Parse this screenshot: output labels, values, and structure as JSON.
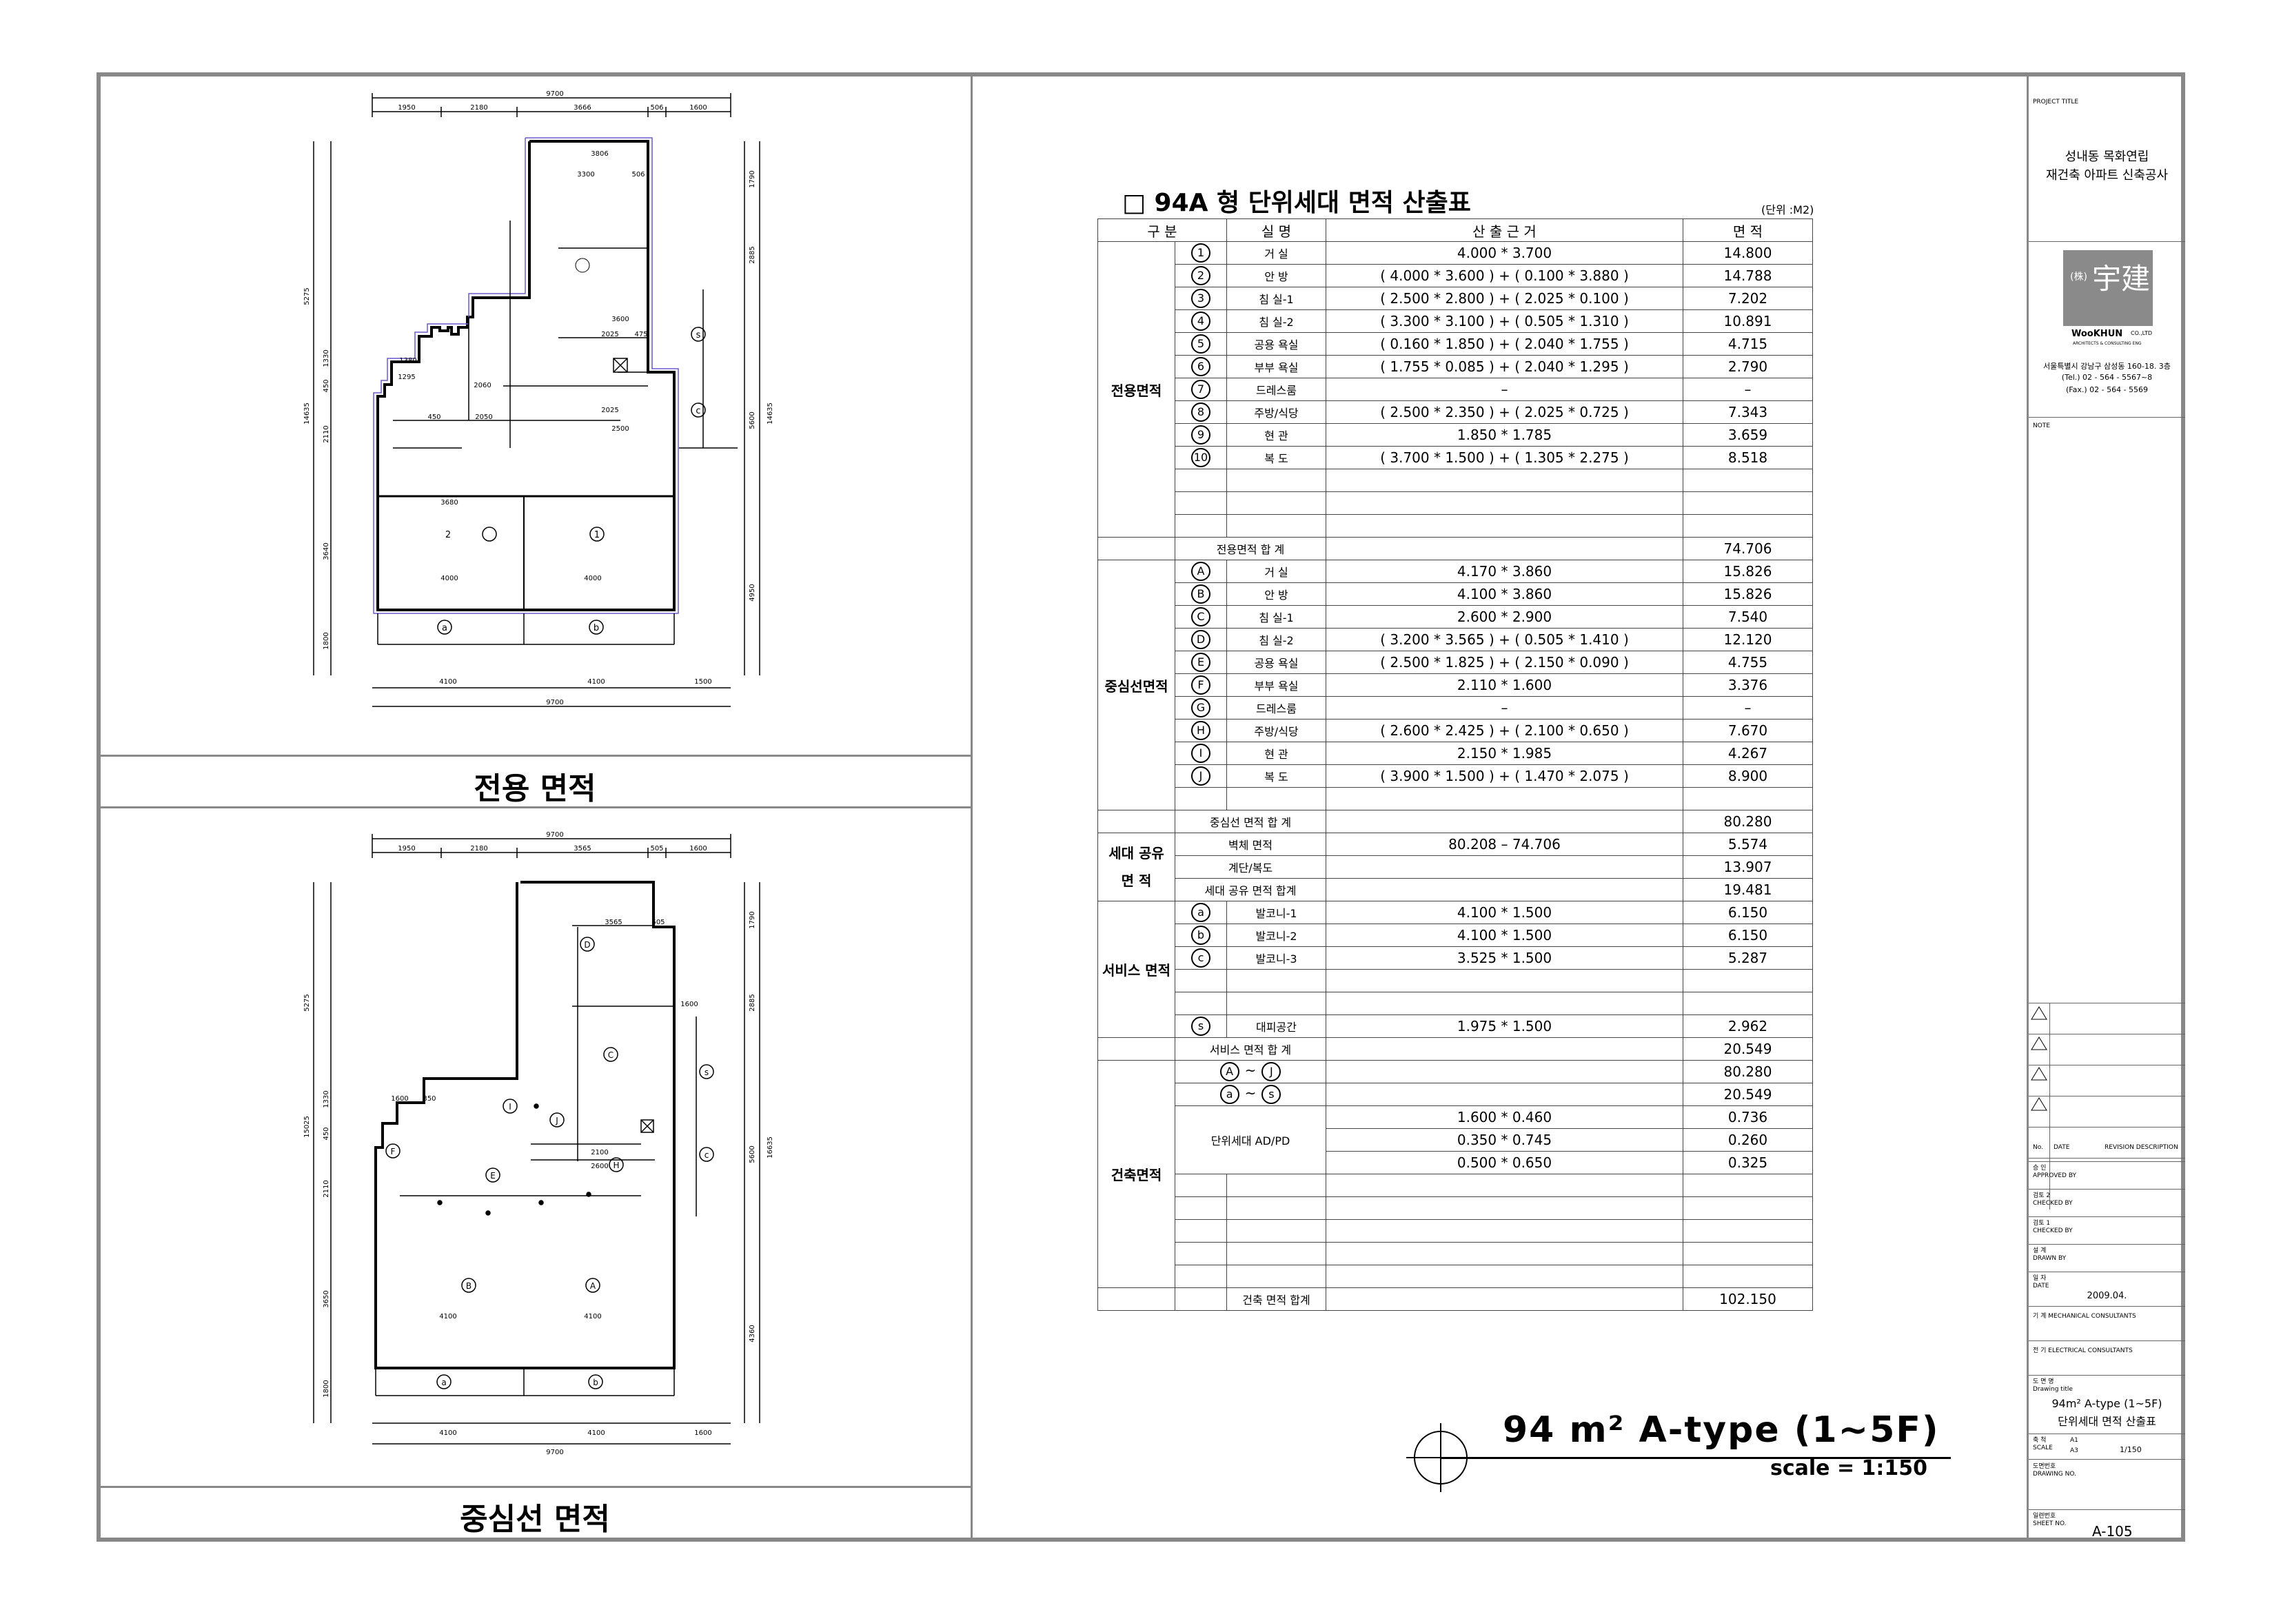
{
  "drawing": {
    "title": "94 m² A-type (1~5F)",
    "scale": "scale = 1:150"
  },
  "captions": {
    "plan_top": "전용 면적",
    "plan_bottom": "중심선 면적"
  },
  "plan_top": {
    "overall_width": "9700",
    "top_dims": [
      "1950",
      "2180",
      "3666",
      "506",
      "1600"
    ],
    "bottom_dims": [
      "4100",
      "4100",
      "1500"
    ],
    "inner_dims": [
      "3806",
      "3300",
      "506",
      "3600",
      "2025",
      "475",
      "1380",
      "1295",
      "2060",
      "2050",
      "450",
      "2025",
      "2500",
      "3680",
      "4000",
      "4000"
    ],
    "left_dims": [
      "5275",
      "1330",
      "14635",
      "450",
      "2110",
      "3640",
      "1800"
    ],
    "right_dims": [
      "1790",
      "2885",
      "5600",
      "14635",
      "4950"
    ],
    "room_marks": [
      "1",
      "2",
      "a",
      "b",
      "c",
      "s"
    ]
  },
  "plan_bottom": {
    "overall_width": "9700",
    "top_dims": [
      "1950",
      "2180",
      "3565",
      "505",
      "1600"
    ],
    "bottom_dims": [
      "4100",
      "4100",
      "1600"
    ],
    "inner_dims": [
      "3565",
      "505",
      "1600",
      "1600",
      "350",
      "2100",
      "2600",
      "4100",
      "4100"
    ],
    "left_dims": [
      "5275",
      "1330",
      "15025",
      "450",
      "2110",
      "3650",
      "1800"
    ],
    "right_dims": [
      "1790",
      "2885",
      "5600",
      "16635",
      "4360"
    ],
    "room_marks": [
      "A",
      "B",
      "C",
      "D",
      "E",
      "F",
      "H",
      "I",
      "J",
      "a",
      "b",
      "c",
      "s"
    ]
  },
  "table": {
    "title": "□ 94A 형 단위세대 면적 산출표",
    "unit": "(단위 :M2)",
    "headers": [
      "구   분",
      "실   명",
      "산   출   근   거",
      "면   적"
    ],
    "sections": {
      "jeonyong": "전용면적",
      "jeonyong_total": "전용면적 합 계",
      "jeonyong_total_value": "74.706",
      "center": "중심선면적",
      "center_total": "중심선 면적 합 계",
      "center_total_value": "80.280",
      "shared_a": "세대 공유",
      "shared_b": "면   적",
      "shared_total": "세대 공유 면적 합계",
      "shared_total_value": "19.481",
      "service": "서비스 면적",
      "service_total": "서비스 면적 합 계",
      "service_total_value": "20.549",
      "building": "건축면적",
      "building_total": "건축 면적 합계",
      "building_total_value": "102.150"
    },
    "jeonyong_rows": [
      {
        "mark": "1",
        "room": "거   실",
        "calc": "4.000 * 3.700",
        "area": "14.800"
      },
      {
        "mark": "2",
        "room": "안   방",
        "calc": "( 4.000 * 3.600 ) + ( 0.100 * 3.880 )",
        "area": "14.788"
      },
      {
        "mark": "3",
        "room": "침 실-1",
        "calc": "( 2.500 * 2.800 ) + ( 2.025 * 0.100 )",
        "area": "7.202"
      },
      {
        "mark": "4",
        "room": "침 실-2",
        "calc": "( 3.300 * 3.100 ) + ( 0.505 * 1.310 )",
        "area": "10.891"
      },
      {
        "mark": "5",
        "room": "공용 욕실",
        "calc": "( 0.160 * 1.850 ) + ( 2.040 * 1.755 )",
        "area": "4.715"
      },
      {
        "mark": "6",
        "room": "부부 욕실",
        "calc": "( 1.755 * 0.085 ) + ( 2.040 * 1.295 )",
        "area": "2.790"
      },
      {
        "mark": "7",
        "room": "드레스룸",
        "calc": "–",
        "area": "–"
      },
      {
        "mark": "8",
        "room": "주방/식당",
        "calc": "( 2.500 * 2.350 ) + ( 2.025 * 0.725 )",
        "area": "7.343"
      },
      {
        "mark": "9",
        "room": "현   관",
        "calc": "1.850 * 1.785",
        "area": "3.659"
      },
      {
        "mark": "10",
        "room": "복   도",
        "calc": "( 3.700 * 1.500 ) + ( 1.305 * 2.275 )",
        "area": "8.518"
      }
    ],
    "center_rows": [
      {
        "mark": "A",
        "room": "거   실",
        "calc": "4.170 * 3.860",
        "area": "15.826"
      },
      {
        "mark": "B",
        "room": "안   방",
        "calc": "4.100 * 3.860",
        "area": "15.826"
      },
      {
        "mark": "C",
        "room": "침 실-1",
        "calc": "2.600 * 2.900",
        "area": "7.540"
      },
      {
        "mark": "D",
        "room": "침 실-2",
        "calc": "( 3.200 * 3.565 ) + ( 0.505 * 1.410 )",
        "area": "12.120"
      },
      {
        "mark": "E",
        "room": "공용 욕실",
        "calc": "( 2.500 * 1.825 ) + ( 2.150 * 0.090 )",
        "area": "4.755"
      },
      {
        "mark": "F",
        "room": "부부 욕실",
        "calc": "2.110 * 1.600",
        "area": "3.376"
      },
      {
        "mark": "G",
        "room": "드레스룸",
        "calc": "–",
        "area": "–"
      },
      {
        "mark": "H",
        "room": "주방/식당",
        "calc": "( 2.600 * 2.425 ) + ( 2.100 * 0.650 )",
        "area": "7.670"
      },
      {
        "mark": "I",
        "room": "현   관",
        "calc": "2.150 * 1.985",
        "area": "4.267"
      },
      {
        "mark": "J",
        "room": "복   도",
        "calc": "( 3.900 * 1.500 ) + ( 1.470 * 2.075 )",
        "area": "8.900"
      }
    ],
    "shared_rows": [
      {
        "room": "벽체 면적",
        "calc": "80.208 – 74.706",
        "area": "5.574"
      },
      {
        "room": "계단/복도",
        "calc": "",
        "area": "13.907"
      }
    ],
    "service_rows": [
      {
        "mark": "a",
        "room": "발코니-1",
        "calc": "4.100 * 1.500",
        "area": "6.150"
      },
      {
        "mark": "b",
        "room": "발코니-2",
        "calc": "4.100 * 1.500",
        "area": "6.150"
      },
      {
        "mark": "c",
        "room": "발코니-3",
        "calc": "3.525 * 1.500",
        "area": "5.287"
      },
      {
        "mark": "s",
        "room": "대피공간",
        "calc": "1.975 * 1.500",
        "area": "2.962"
      }
    ],
    "building_rows": [
      {
        "marks": [
          "A",
          "J"
        ],
        "tilde": "~",
        "area": "80.280"
      },
      {
        "marks": [
          "a",
          "s"
        ],
        "tilde": "~",
        "area": "20.549"
      }
    ],
    "building_adpd_label": "단위세대 AD/PD",
    "building_adpd": [
      {
        "calc": "1.600 * 0.460",
        "area": "0.736"
      },
      {
        "calc": "0.350 * 0.745",
        "area": "0.260"
      },
      {
        "calc": "0.500 * 0.650",
        "area": "0.325"
      }
    ]
  },
  "title_block": {
    "project_label": "PROJECT TITLE",
    "project_line1": "성내동 목화연립",
    "project_line2": "재건축 아파트 신축공사",
    "logo_prefix": "(株)",
    "logo_chars": "宇建",
    "logo_name": "WooKHUN",
    "logo_suffix": "CO.,LTD",
    "logo_sub": "ARCHITECTS & CONSULTING ENG",
    "address": "서울특별시 강남구 삼성동 160-18. 3층",
    "tel": "(Tel.) 02 - 564 - 5567~8",
    "fax": "(Fax.) 02 - 564 - 5569",
    "note_label": "NOTE",
    "rev_no": "No.",
    "rev_date": "DATE",
    "rev_desc": "REVISION DESCRIPTION",
    "approved": "승 인\nAPPROVED BY",
    "checked1": "검토 2\nCHECKED BY",
    "checked2": "검토 1\nCHECKED BY",
    "drawn": "설 계\nDRAWN BY",
    "date_label": "일 자\nDATE",
    "date_value": "2009.04.",
    "mech": "기 계  MECHANICAL CONSULTANTS",
    "elec": "전 기  ELECTRICAL CONSULTANTS",
    "dwg_title_label": "도 면 명\nDrawing title",
    "dwg_title_1": "94m² A-type (1~5F)",
    "dwg_title_2": "단위세대 면적 산출표",
    "scale_label": "축 척\nSCALE",
    "scale_a1": "A1",
    "scale_a3": "A3",
    "scale_value": "1/150",
    "dwg_no_label": "도면번호\nDRAWING NO.",
    "sheet_no_label": "일련번호\nSHEET NO.",
    "sheet_no": "A-105"
  }
}
